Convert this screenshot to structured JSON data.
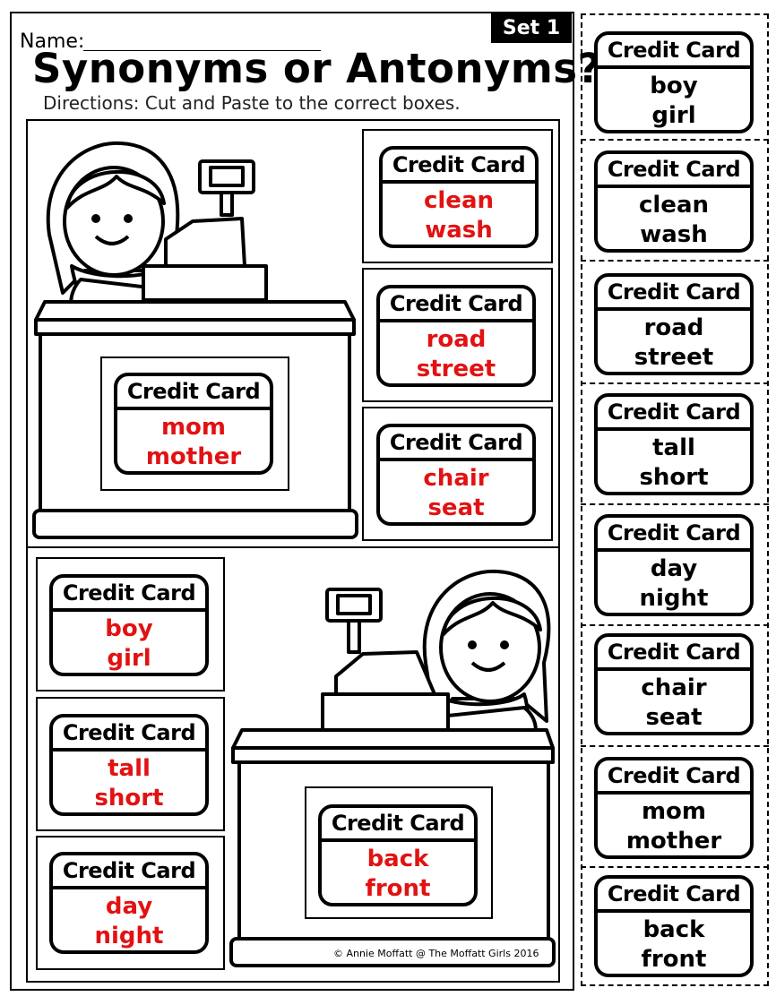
{
  "header": {
    "name_label": "Name:",
    "set_badge": "Set 1",
    "title": "Synonyms or Antonyms?",
    "directions": "Directions: Cut and Paste to the correct boxes."
  },
  "card_header": "Credit Card",
  "worksheet_cards": [
    {
      "word1": "clean",
      "word2": "wash"
    },
    {
      "word1": "road",
      "word2": "street"
    },
    {
      "word1": "chair",
      "word2": "seat"
    },
    {
      "word1": "mom",
      "word2": "mother"
    },
    {
      "word1": "boy",
      "word2": "girl"
    },
    {
      "word1": "tall",
      "word2": "short"
    },
    {
      "word1": "day",
      "word2": "night"
    },
    {
      "word1": "back",
      "word2": "front"
    }
  ],
  "cutout_cards": [
    {
      "word1": "boy",
      "word2": "girl"
    },
    {
      "word1": "clean",
      "word2": "wash"
    },
    {
      "word1": "road",
      "word2": "street"
    },
    {
      "word1": "tall",
      "word2": "short"
    },
    {
      "word1": "day",
      "word2": "night"
    },
    {
      "word1": "chair",
      "word2": "seat"
    },
    {
      "word1": "mom",
      "word2": "mother"
    },
    {
      "word1": "back",
      "word2": "front"
    }
  ],
  "footer": {
    "copyright": "© Annie Moffatt @ The Moffatt Girls 2016"
  },
  "colors": {
    "card_words": "#e21212",
    "ink": "#000000"
  }
}
